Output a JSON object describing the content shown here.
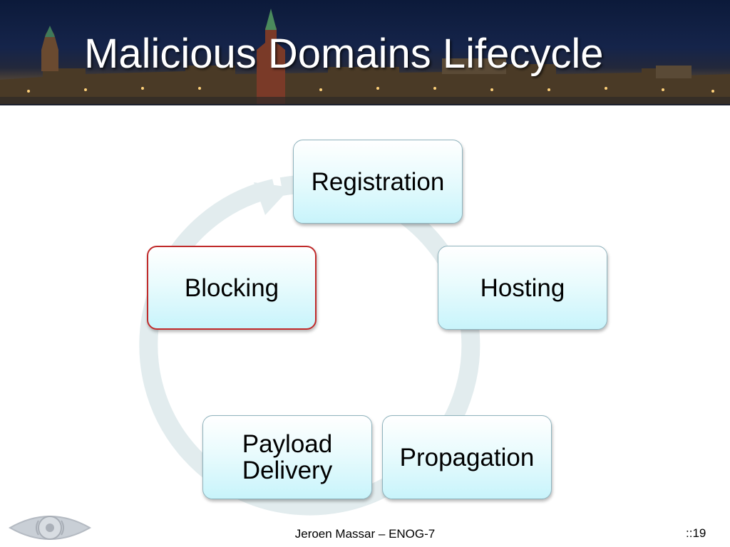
{
  "slide": {
    "title": "Malicious Domains Lifecycle",
    "footer": "Jeroen Massar – ENOG-7",
    "page_number": "::19"
  },
  "diagram": {
    "type": "cycle",
    "nodes": [
      {
        "id": "registration",
        "label": "Registration",
        "highlighted": false
      },
      {
        "id": "hosting",
        "label": "Hosting",
        "highlighted": false
      },
      {
        "id": "propagation",
        "label": "Propagation",
        "highlighted": false
      },
      {
        "id": "payload-delivery",
        "label": "Payload\nDelivery",
        "highlighted": false
      },
      {
        "id": "blocking",
        "label": "Blocking",
        "highlighted": true
      }
    ],
    "flow": "clockwise"
  },
  "colors": {
    "node_fill": "#dff8fc",
    "node_border": "#8fb3bd",
    "highlight_border": "#c02a2a",
    "ring": "#e3ecee"
  },
  "icons": [
    "eye-logo-icon"
  ]
}
